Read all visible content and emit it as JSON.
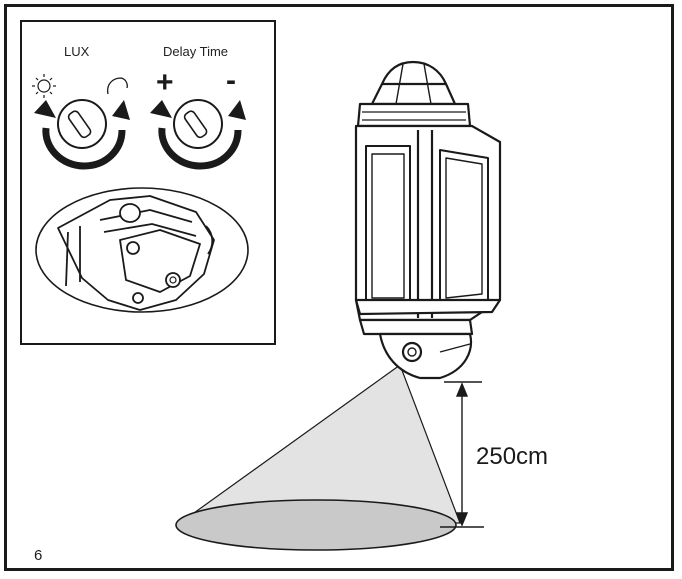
{
  "inset": {
    "lux_label": "LUX",
    "delay_label": "Delay Time",
    "plus_sign": "+",
    "minus_sign": "-"
  },
  "icons": {
    "sun": "sun-icon",
    "moon": "moon-icon",
    "dial": "rotary-dial-icon"
  },
  "measurement": {
    "height_label": "250cm"
  },
  "page": {
    "number": "6"
  },
  "colors": {
    "line": "#1a1a1a",
    "cone_fill": "#e2e2e2",
    "ellipse_fill": "#c8c8c8"
  }
}
